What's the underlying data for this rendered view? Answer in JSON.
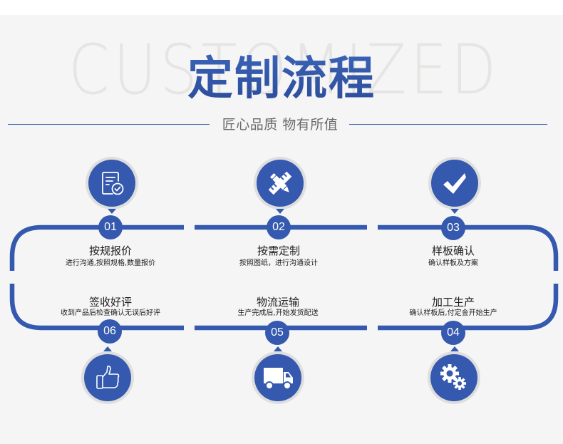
{
  "header": {
    "watermark": "CUSTOMIZED",
    "title": "定制流程",
    "subtitle": "匠心品质 物有所值"
  },
  "colors": {
    "accent": "#3459ae",
    "background": "#f5f5f5",
    "watermark": "#e6e5e4",
    "subtitle": "#6a6a6a"
  },
  "steps": [
    {
      "number": "01",
      "title": "按规报价",
      "desc": "进行沟通,按照规格,数量报价",
      "icon": "document-check-icon"
    },
    {
      "number": "02",
      "title": "按需定制",
      "desc": "按照图纸，进行沟通设计",
      "icon": "pencil-ruler-icon"
    },
    {
      "number": "03",
      "title": "样板确认",
      "desc": "确认样板及方案",
      "icon": "checkmark-icon"
    },
    {
      "number": "04",
      "title": "加工生产",
      "desc": "确认样板后,付定金开始生产",
      "icon": "gears-icon"
    },
    {
      "number": "05",
      "title": "物流运输",
      "desc": "生产完成后,开始发货配送",
      "icon": "truck-icon"
    },
    {
      "number": "06",
      "title": "签收好评",
      "desc": "收到产品后检查确认无误后好评",
      "icon": "thumbs-up-icon"
    }
  ]
}
